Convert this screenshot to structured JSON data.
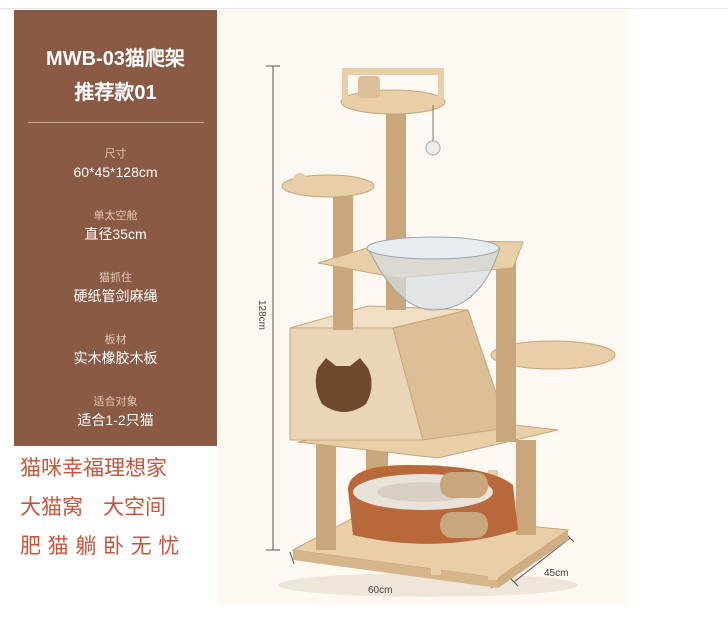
{
  "title": {
    "line1": "MWB-03猫爬架",
    "line2": "推荐款01"
  },
  "specs": [
    {
      "label": "尺寸",
      "value": "60*45*128cm"
    },
    {
      "label": "单太空舱",
      "value": "直径35cm"
    },
    {
      "label": "猫抓住",
      "value": "硬纸管剑麻绳"
    },
    {
      "label": "板材",
      "value": "实木橡胶木板"
    },
    {
      "label": "适合对象",
      "value": "适合1-2只猫"
    }
  ],
  "slogans": [
    "猫咪幸福理想家",
    "大猫窝   大空间",
    "肥 猫 躺 卧 无 忧"
  ],
  "dimensions": {
    "height": "128cm",
    "width": "60cm",
    "depth": "45cm"
  },
  "colors": {
    "sidebar": "#8a5a45",
    "slogan": "#c5553a",
    "wood": "#e8cfa8",
    "sisal": "#c9a77a",
    "cushion": "#b8683a"
  }
}
